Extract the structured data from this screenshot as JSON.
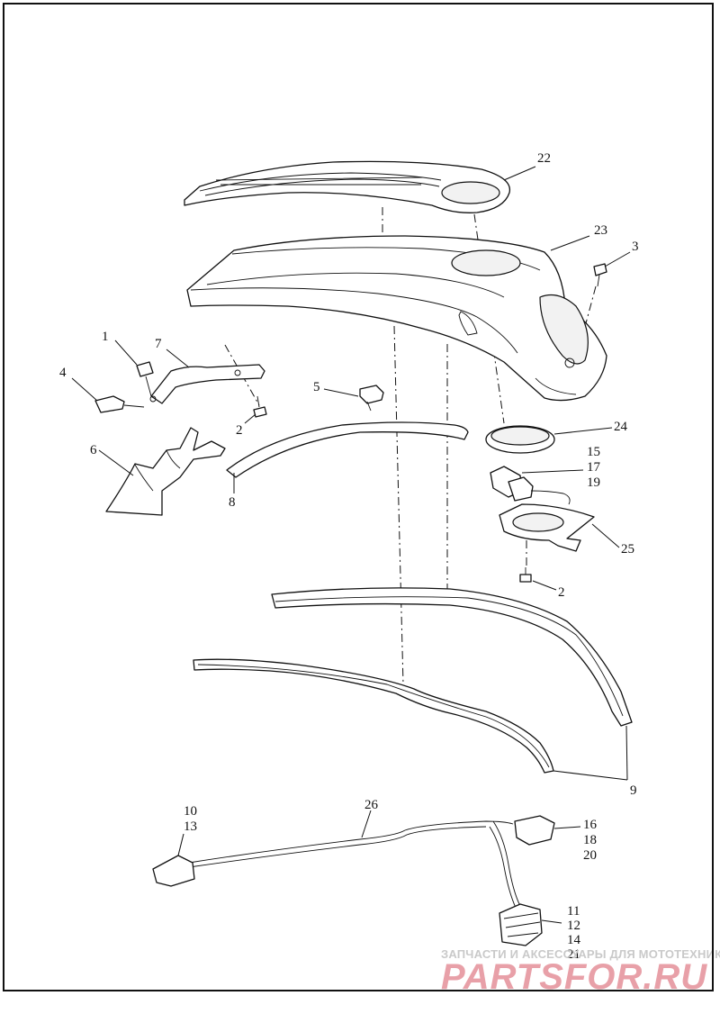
{
  "callouts": {
    "c1": "1",
    "c2a": "2",
    "c2b": "2",
    "c3": "3",
    "c4": "4",
    "c5": "5",
    "c6": "6",
    "c7": "7",
    "c8": "8",
    "c9": "9",
    "c10": "10",
    "c13": "13",
    "c11": "11",
    "c12": "12",
    "c14": "14",
    "c21": "21",
    "c15": "15",
    "c17": "17",
    "c19": "19",
    "c16": "16",
    "c18": "18",
    "c20": "20",
    "c22": "22",
    "c23": "23",
    "c24": "24",
    "c25": "25",
    "c26": "26"
  },
  "watermark": {
    "tagline": "ЗАПЧАСТИ И АКСЕССУАРЫ ДЛЯ МОТОТЕХНИКИ",
    "logo": "PARTSFOR.RU",
    "logo_color": "#e8a0a8"
  }
}
